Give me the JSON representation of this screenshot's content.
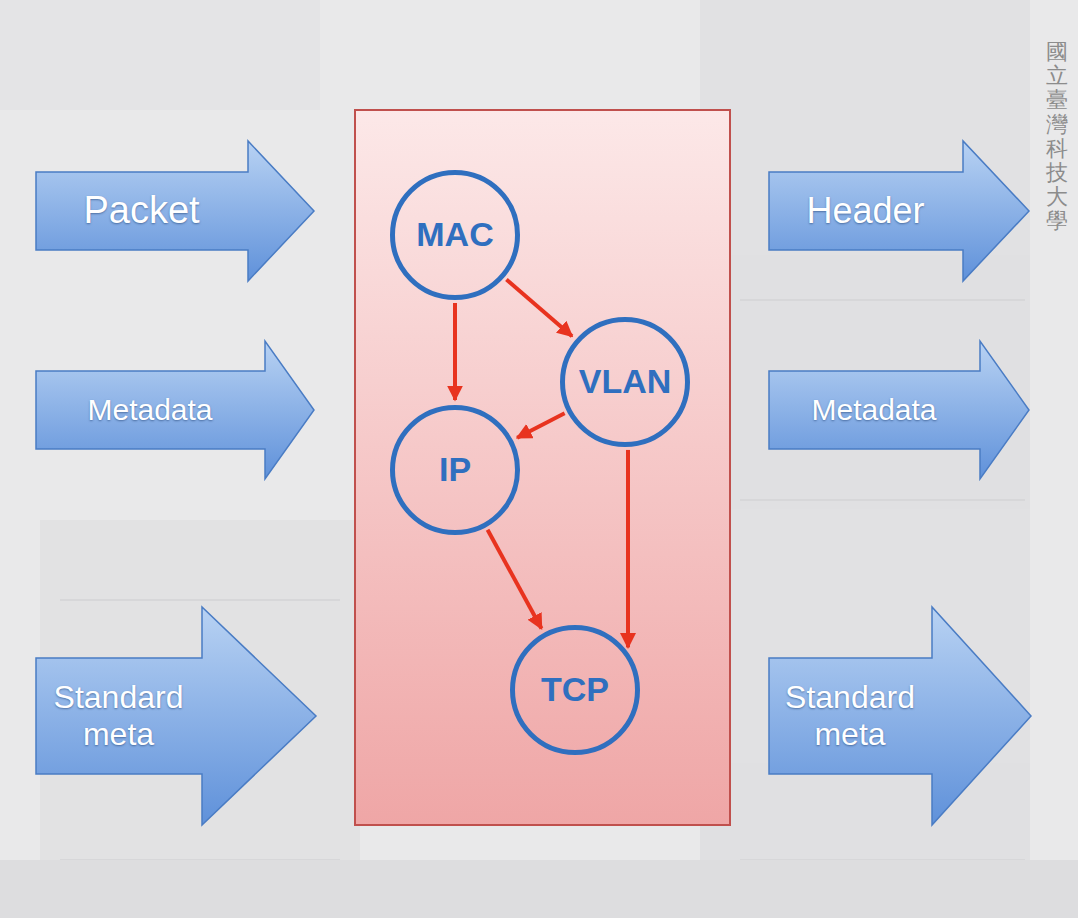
{
  "diagram": {
    "nodes": [
      {
        "text": [
          "Packet"
        ]
      },
      {
        "text": [
          "Metadata"
        ]
      },
      {
        "text": [
          "Standard meta"
        ]
      },
      {
        "text": [
          "MAC"
        ]
      },
      {
        "text": [
          "VLAN"
        ]
      },
      {
        "text": [
          "IP"
        ]
      },
      {
        "text": [
          "TCP"
        ]
      },
      {
        "text": [
          "Header"
        ]
      },
      {
        "text": [
          "Metadata"
        ]
      },
      {
        "text": [
          "Standard meta"
        ]
      }
    ],
    "edges": [
      {
        "from": 3,
        "to": 5,
        "arrow": "to"
      },
      {
        "from": 3,
        "to": 4,
        "arrow": "to"
      },
      {
        "from": 4,
        "to": 5,
        "arrow": "to"
      },
      {
        "from": 5,
        "to": 6,
        "arrow": "to"
      },
      {
        "from": 4,
        "to": 6,
        "arrow": "to"
      }
    ],
    "labels": [
      "國立臺灣科技大學"
    ]
  }
}
